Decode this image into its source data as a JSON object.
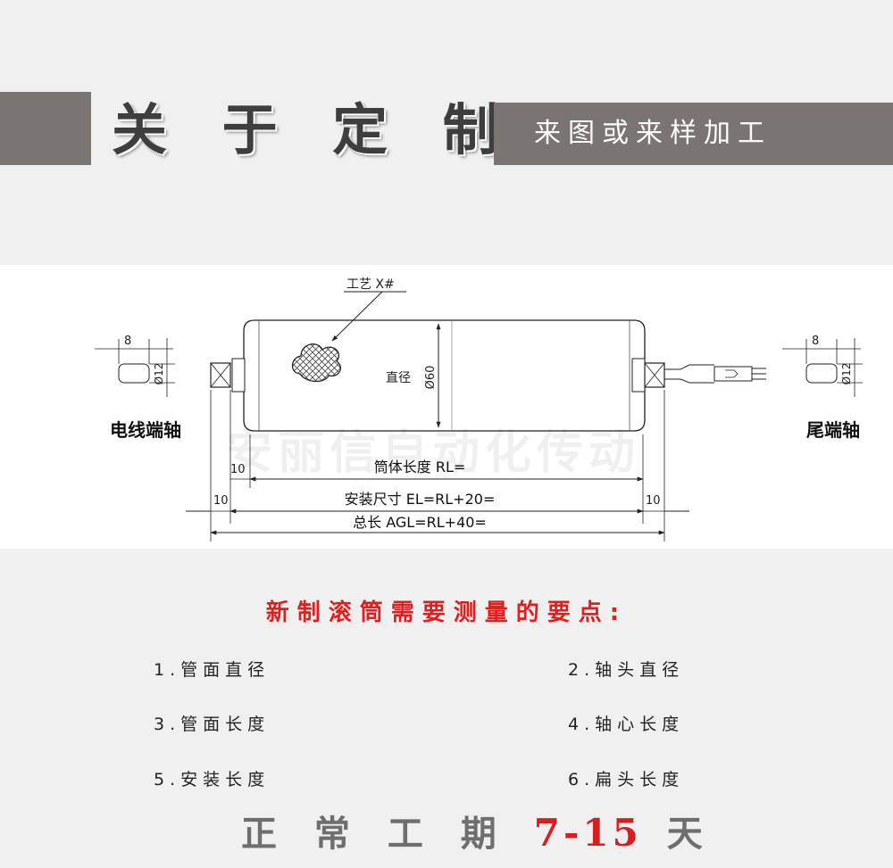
{
  "header": {
    "title": "关 于 定 制",
    "subtitle": "来图或来样加工"
  },
  "drawing": {
    "process_label": "工艺 X#",
    "diameter_label": "直径",
    "diameter_value": "Ø60",
    "left_shaft_width": "8",
    "left_shaft_diameter": "Ø12",
    "left_shaft_name": "电线端轴",
    "right_shaft_width": "8",
    "right_shaft_diameter": "Ø12",
    "right_shaft_name": "尾端轴",
    "watermark": "安丽信自动化传动",
    "tube_length": "筒体长度 RL=",
    "install_size": "安装尺寸 EL=RL+20=",
    "total_length": "总长 AGL=RL+40=",
    "dim_inner_left": "10",
    "dim_outer_left": "10",
    "dim_outer_right": "10"
  },
  "measure": {
    "heading": "新制滚筒需要测量的要点:",
    "items": [
      "1.管面直径",
      "2.轴头直径",
      "3.管面长度",
      "4.轴心长度",
      "5.安装长度",
      "6.扁头长度"
    ]
  },
  "footer": {
    "prefix": "正 常 工 期",
    "highlight": "7-15",
    "suffix": "天"
  },
  "colors": {
    "band": "#7a7472",
    "accent_red": "#e02020",
    "background": "#f0f0f0"
  }
}
